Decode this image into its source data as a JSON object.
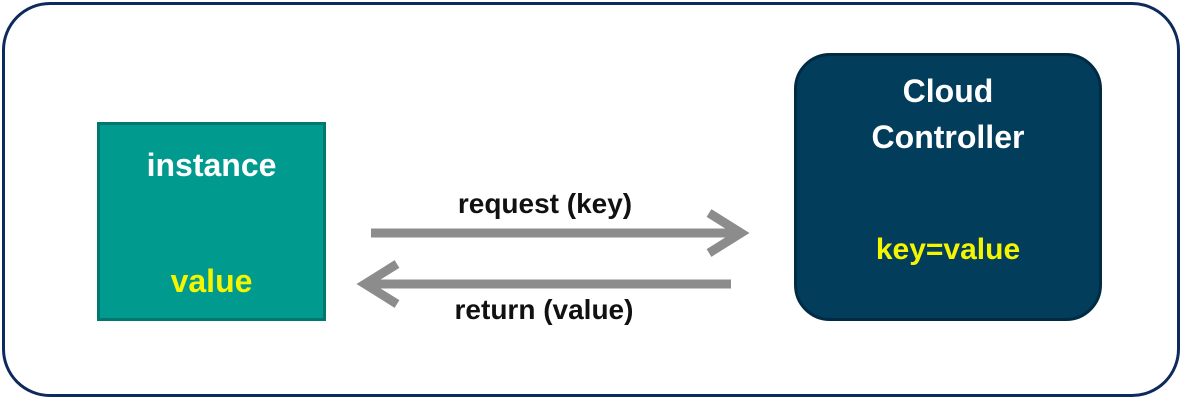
{
  "instance": {
    "title": "instance",
    "value": "value"
  },
  "cloud_controller": {
    "title_line1": "Cloud",
    "title_line2": "Controller",
    "value": "key=value"
  },
  "arrows": {
    "request_label": "request (key)",
    "return_label": "return (value)"
  },
  "colors": {
    "frame_border": "#0e2a5c",
    "instance_fill": "#009a8f",
    "controller_fill": "#023d5c",
    "value_text": "#f5f500",
    "arrow": "#8c8c8c"
  }
}
